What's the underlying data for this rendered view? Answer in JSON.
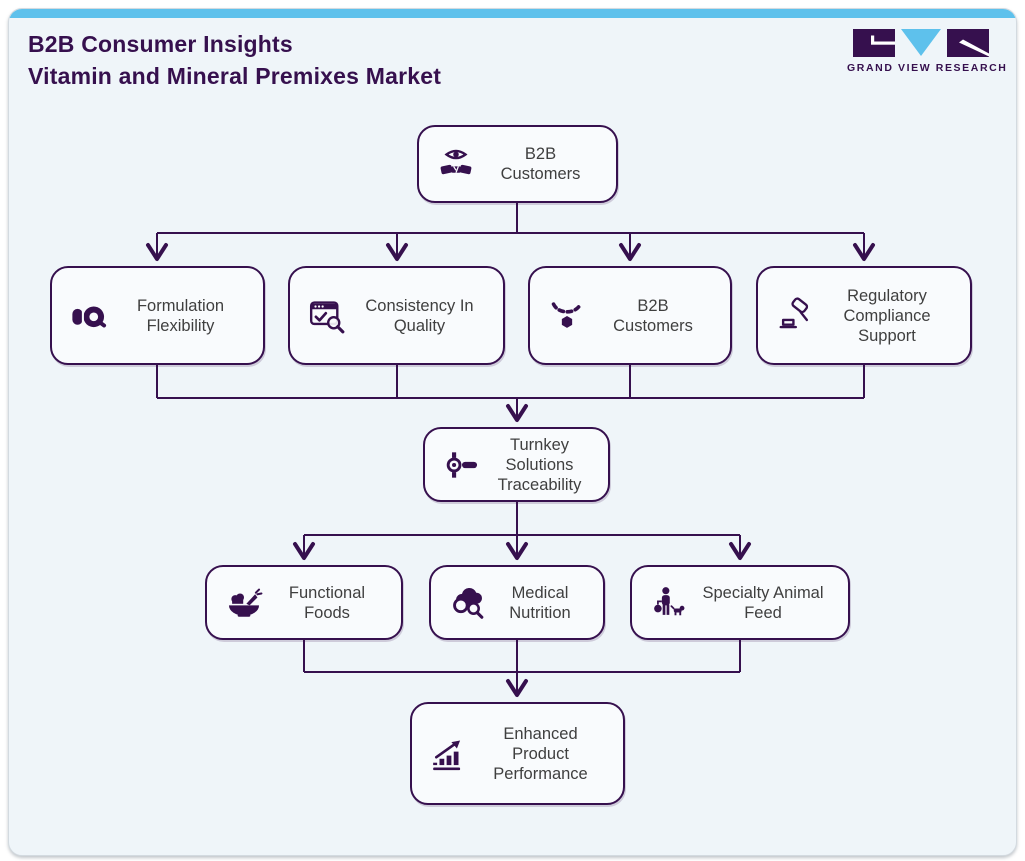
{
  "header": {
    "title_line1": "B2B Consumer Insights",
    "title_line2": "Vitamin and Mineral Premixes Market"
  },
  "brand": {
    "name": "GRAND VIEW RESEARCH"
  },
  "colors": {
    "accent_blue": "#5ec1ec",
    "brand_purple": "#36104e",
    "card_background": "#eff5f9",
    "box_background": "#f9fbfd",
    "label_text": "#3f3f3f"
  },
  "diagram": {
    "nodes": {
      "root": {
        "label": "B2B\nCustomers",
        "icon": "trust-handshake-icon"
      },
      "formulation": {
        "label": "Formulation\nFlexibility",
        "icon": "tape-roll-icon"
      },
      "consistency": {
        "label": "Consistency In\nQuality",
        "icon": "quality-check-window-icon"
      },
      "b2b2": {
        "label": "B2B\nCustomers",
        "icon": "necklace-icon"
      },
      "regulatory": {
        "label": "Regulatory\nCompliance\nSupport",
        "icon": "gavel-icon"
      },
      "turnkey": {
        "label": "Turnkey\nSolutions\nTraceability",
        "icon": "door-handle-icon"
      },
      "functional": {
        "label": "Functional\nFoods",
        "icon": "food-bowl-icon"
      },
      "medical": {
        "label": "Medical\nNutrition",
        "icon": "cloud-search-icon"
      },
      "animal": {
        "label": "Specialty Animal\nFeed",
        "icon": "person-dog-icon"
      },
      "enhanced": {
        "label": "Enhanced\nProduct\nPerformance",
        "icon": "growth-chart-icon"
      }
    }
  }
}
